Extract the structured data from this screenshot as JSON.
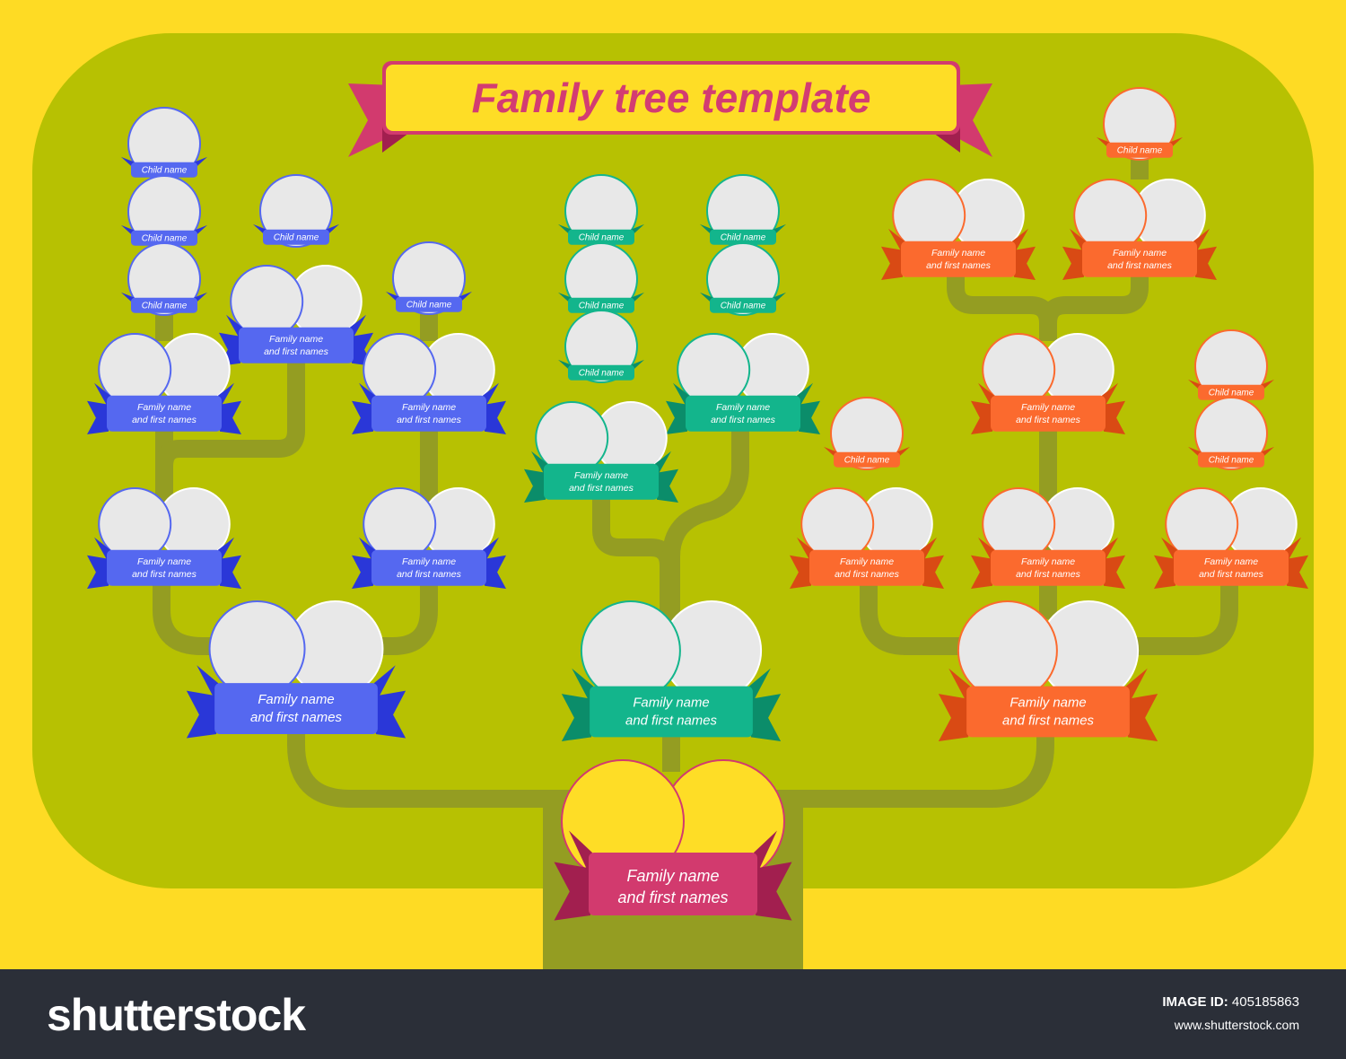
{
  "title": "Family tree template",
  "labels": {
    "child": "Child name",
    "family_line1": "Family name",
    "family_line2": "and first names"
  },
  "colors": {
    "background": "#fedb24",
    "canopy": "#b7c102",
    "trunk": "#949d22",
    "photo": "#e8e8e8",
    "root_photo": "#fedd26",
    "blue": "#5568f0",
    "blue_dark": "#2a37d8",
    "green": "#13b58c",
    "green_dark": "#0b8d6a",
    "orange": "#fb6a2e",
    "orange_dark": "#d94a14",
    "crimson": "#d23a6e",
    "crimson_dark": "#a21f4f",
    "title_text": "#d33c72"
  },
  "footer": {
    "logo": "shutterstock",
    "image_id_label": "IMAGE ID:",
    "image_id": "405185863",
    "website": "www.shutterstock.com"
  }
}
